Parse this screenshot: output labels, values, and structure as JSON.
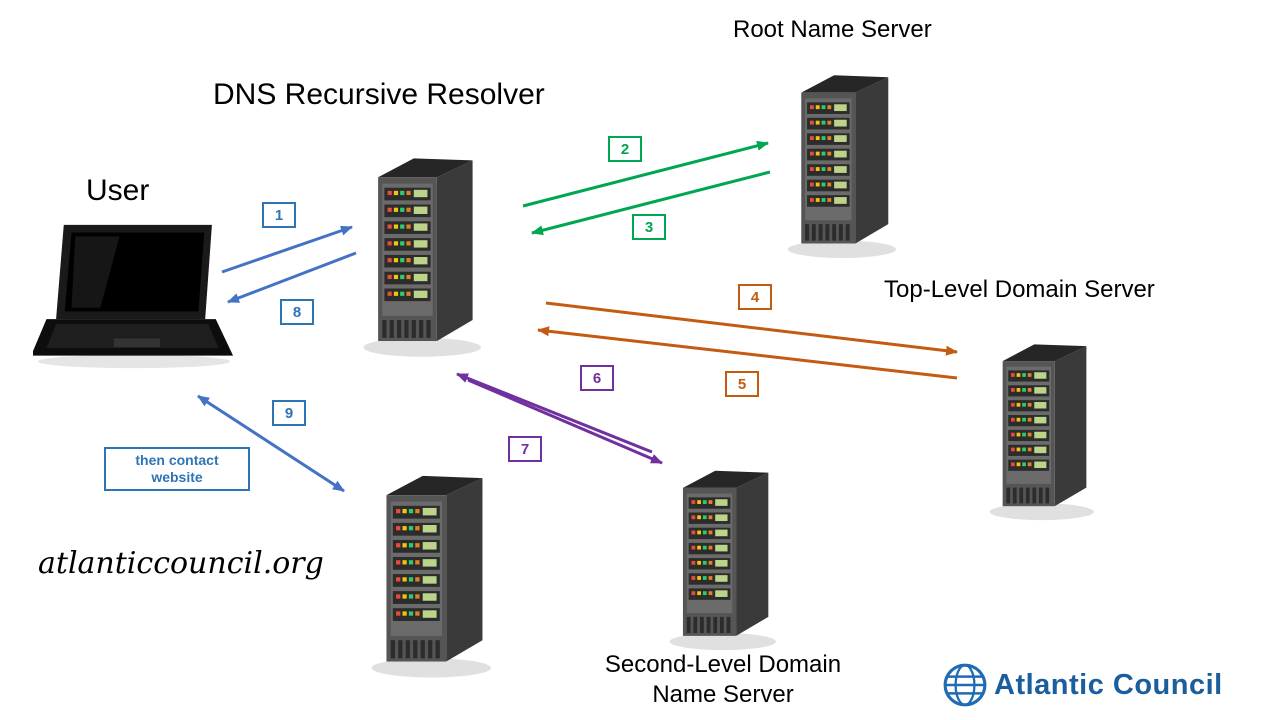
{
  "diagram": {
    "nodes": {
      "user": {
        "label": "User",
        "icon": "laptop-icon"
      },
      "resolver": {
        "label": "DNS Recursive Resolver",
        "icon": "server-icon"
      },
      "root": {
        "label": "Root Name Server",
        "icon": "server-icon"
      },
      "tld": {
        "label": "Top-Level Domain Server",
        "icon": "server-icon"
      },
      "sld": {
        "label": "Second-Level Domain Name Server",
        "icon": "server-icon"
      },
      "website": {
        "label": "",
        "icon": "server-icon"
      }
    },
    "domain_label": "atlanticcouncil.org",
    "note": "then contact website",
    "steps": [
      {
        "n": "1",
        "color": "#2e75b6",
        "from": "user",
        "to": "resolver"
      },
      {
        "n": "2",
        "color": "#00a651",
        "from": "resolver",
        "to": "root"
      },
      {
        "n": "3",
        "color": "#00a651",
        "from": "root",
        "to": "resolver"
      },
      {
        "n": "4",
        "color": "#c55a11",
        "from": "resolver",
        "to": "tld"
      },
      {
        "n": "5",
        "color": "#c55a11",
        "from": "tld",
        "to": "resolver"
      },
      {
        "n": "6",
        "color": "#7030a0",
        "from": "sld",
        "to": "resolver"
      },
      {
        "n": "7",
        "color": "#7030a0",
        "from": "resolver",
        "to": "sld"
      },
      {
        "n": "8",
        "color": "#2e75b6",
        "from": "resolver",
        "to": "user"
      },
      {
        "n": "9",
        "color": "#2e75b6",
        "from": "user",
        "to": "website"
      }
    ],
    "colors": {
      "blue": "#2e75b6",
      "green": "#00a651",
      "orange": "#c55a11",
      "purple": "#7030a0"
    }
  },
  "branding": {
    "logo_text": "Atlantic Council",
    "logo_color": "#1b5e9e",
    "logo_icon": "globe-icon"
  }
}
